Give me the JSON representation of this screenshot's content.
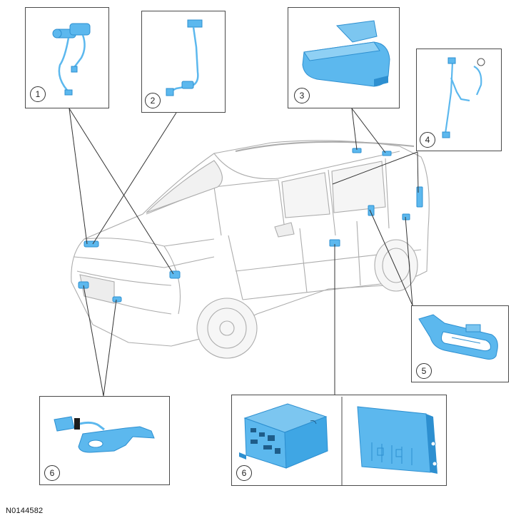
{
  "figure_id": "N0144582",
  "callouts": [
    "1",
    "2",
    "3",
    "4",
    "5",
    "6",
    "6"
  ],
  "colors": {
    "part": "#5cb8ee",
    "part_dark": "#2d8fd0",
    "car_line": "#9a9a9a",
    "leader": "#333333"
  }
}
